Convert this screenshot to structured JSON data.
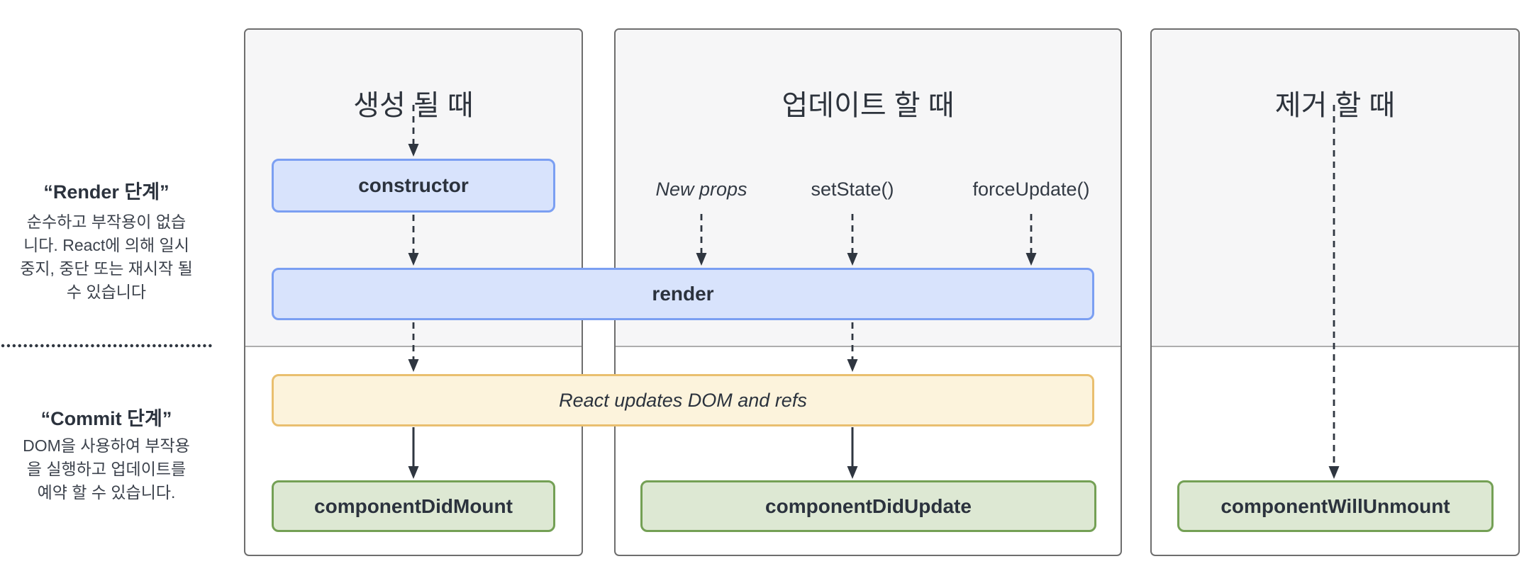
{
  "sidebar": {
    "render_phase": {
      "title": "“Render 단계”",
      "lines": [
        "순수하고 부작용이 없습",
        "니다. React에 의해 일시",
        "중지, 중단 또는 재시작 될",
        "수 있습니다"
      ]
    },
    "commit_phase": {
      "title": "“Commit 단계”",
      "lines": [
        "DOM을 사용하여 부작용",
        "을 실행하고 업데이트를",
        "예약 할 수 있습니다."
      ]
    }
  },
  "columns": [
    {
      "title": "생성 될 때"
    },
    {
      "title": "업데이트 할 때"
    },
    {
      "title": "제거 할 때"
    }
  ],
  "triggers": [
    "New props",
    "setState()",
    "forceUpdate()"
  ],
  "nodes": {
    "constructor": "constructor",
    "render": "render",
    "react_updates": "React updates DOM and refs",
    "component_did_mount": "componentDidMount",
    "component_did_update": "componentDidUpdate",
    "component_will_unmount": "componentWillUnmount"
  },
  "colors": {
    "lifecycle_method_fill": "#d8e3fc",
    "lifecycle_method_border": "#7b9ff2",
    "react_action_fill": "#fcf3dc",
    "react_action_border": "#e9bf6f",
    "commit_method_fill": "#dde8d3",
    "commit_method_border": "#74a055",
    "arrow": "#2f3640",
    "phase_top_background": "#f6f6f7",
    "column_border": "#6e6e6e"
  }
}
